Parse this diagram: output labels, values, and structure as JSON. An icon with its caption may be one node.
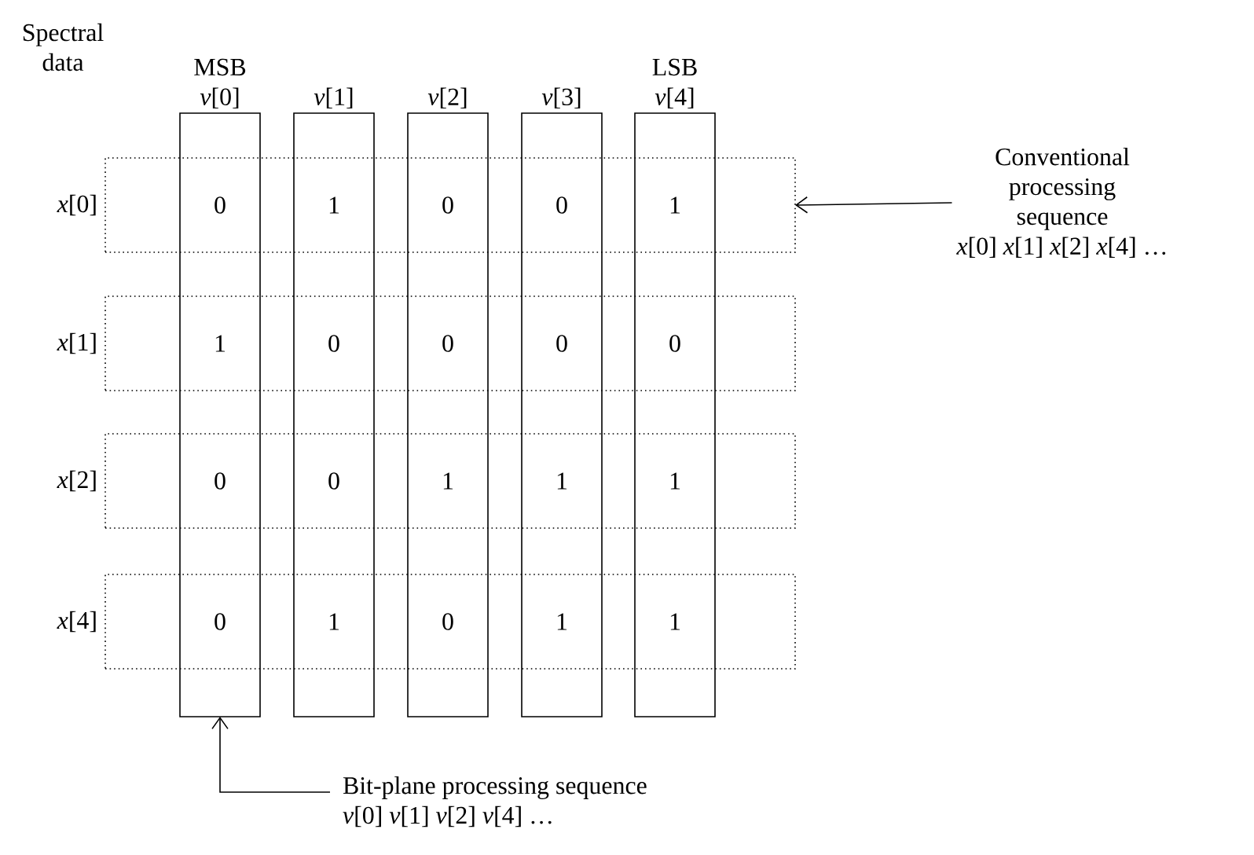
{
  "diagram": {
    "nodes": [
      {
        "text": [
          "MSB",
          "*v*[0]"
        ]
      },
      {
        "text": [
          "*v*[1]"
        ]
      },
      {
        "text": [
          "*v*[2]"
        ]
      },
      {
        "text": [
          "*v*[3]"
        ]
      },
      {
        "text": [
          "LSB",
          "*v*[4]"
        ]
      },
      {
        "text": [
          "*x*[0]"
        ]
      },
      {
        "text": [
          "*x*[1]"
        ]
      },
      {
        "text": [
          "*x*[2]"
        ]
      },
      {
        "text": [
          "*x*[4]"
        ]
      },
      {
        "text": [
          "Conventional processing sequence",
          "*x*[0] *x*[1] *x*[2] *x*[4] …"
        ]
      },
      {
        "text": [
          "Bit-plane processing sequence",
          "*v*[0] *v*[1] *v*[2] *v*[4] …"
        ]
      }
    ],
    "edges": [
      {
        "from": 9,
        "to": 5,
        "arrow": "to"
      },
      {
        "from": 10,
        "to": 0,
        "arrow": "to"
      }
    ],
    "labels": [
      "Spectral data",
      "0",
      "1",
      "0",
      "0",
      "1",
      "1",
      "0",
      "0",
      "0",
      "0",
      "0",
      "0",
      "1",
      "1",
      "1",
      "0",
      "1",
      "0",
      "1",
      "1"
    ]
  }
}
